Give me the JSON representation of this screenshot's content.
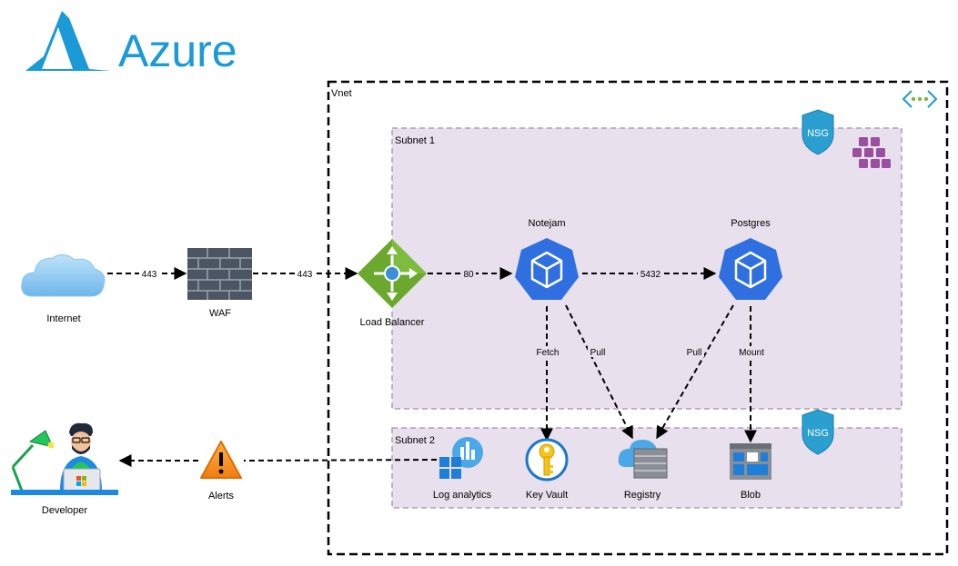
{
  "brand": {
    "text": "Azure",
    "color": "#1a9ad6"
  },
  "colors": {
    "azure_blue": "#1a9ad6",
    "subnet_fill": "#e8e0ec",
    "subnet_border": "#b09cb8",
    "edge": "#000000",
    "nsg_blue": "#2a9fd0",
    "lb_green": "#6aa82e",
    "k8s_blue": "#2f6fe0"
  },
  "vnet": {
    "label": "Vnet"
  },
  "subnets": [
    {
      "label": "Subnet 1",
      "nsg": "NSG"
    },
    {
      "label": "Subnet 2",
      "nsg": "NSG"
    }
  ],
  "nodes": {
    "internet": "Internet",
    "waf": "WAF",
    "load_balancer": "Load Balancer",
    "notejam": "Notejam",
    "postgres": "Postgres",
    "developer": "Developer",
    "alerts": "Alerts",
    "log_analytics": "Log analytics",
    "key_vault": "Key Vault",
    "registry": "Registry",
    "blob": "Blob"
  },
  "edges": {
    "internet_waf": "443",
    "waf_lb": "443",
    "lb_notejam": "80",
    "notejam_postgres": "5432",
    "notejam_keyvault": "Fetch",
    "notejam_registry": "Pull",
    "postgres_registry": "Pull",
    "postgres_blob": "Mount"
  }
}
